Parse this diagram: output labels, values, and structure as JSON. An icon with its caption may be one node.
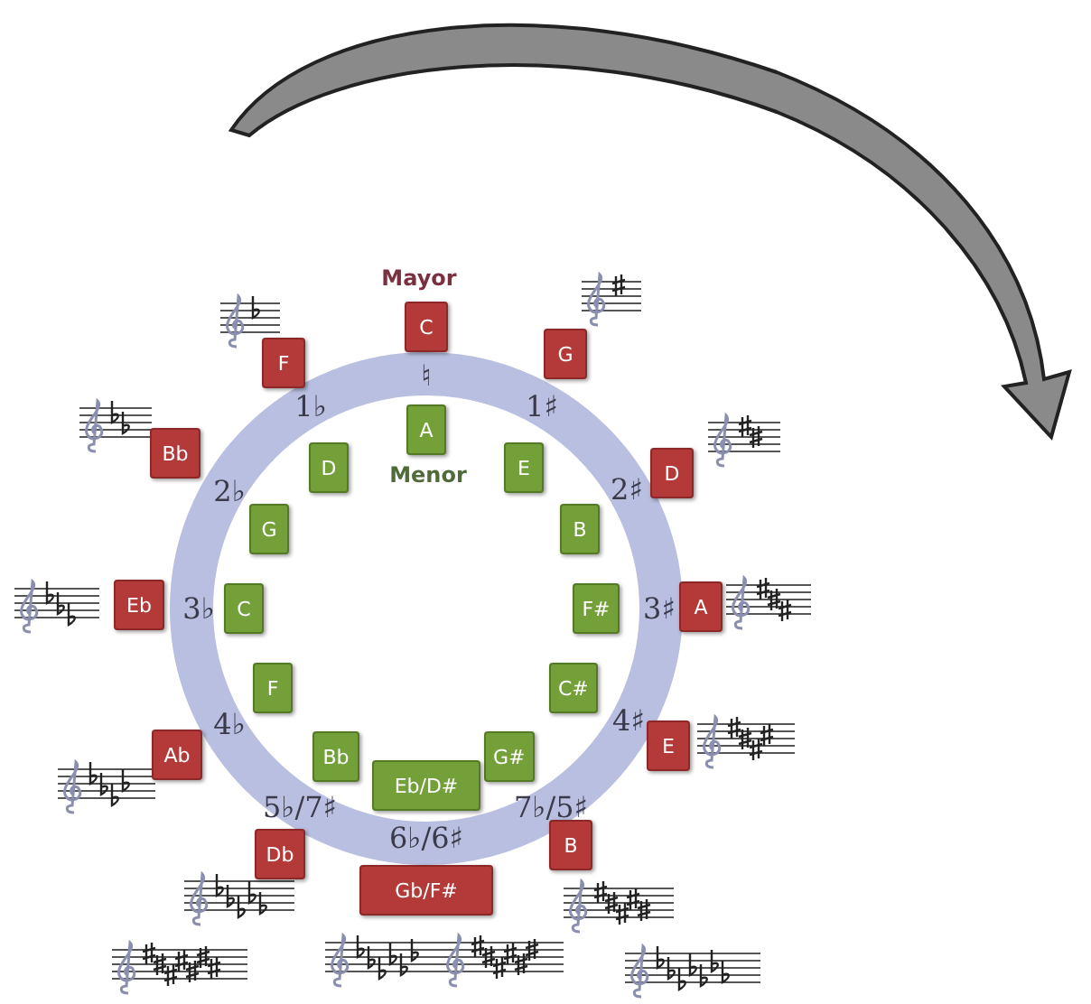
{
  "diagram": {
    "nodes": [
      {
        "text": [
          "C"
        ]
      },
      {
        "text": [
          "F"
        ]
      },
      {
        "text": [
          "G"
        ]
      },
      {
        "text": [
          "A"
        ]
      },
      {
        "text": [
          "Bb"
        ]
      },
      {
        "text": [
          "D"
        ]
      },
      {
        "text": [
          "E"
        ]
      },
      {
        "text": [
          "D"
        ]
      },
      {
        "text": [
          "G"
        ]
      },
      {
        "text": [
          "B"
        ]
      },
      {
        "text": [
          "Eb"
        ]
      },
      {
        "text": [
          "C"
        ]
      },
      {
        "text": [
          "F#"
        ]
      },
      {
        "text": [
          "A"
        ]
      },
      {
        "text": [
          "F"
        ]
      },
      {
        "text": [
          "C#"
        ]
      },
      {
        "text": [
          "Ab"
        ]
      },
      {
        "text": [
          "Bb"
        ]
      },
      {
        "text": [
          "G#"
        ]
      },
      {
        "text": [
          "E"
        ]
      },
      {
        "text": [
          "Eb/D#"
        ]
      },
      {
        "text": [
          "Db"
        ]
      },
      {
        "text": [
          "B"
        ]
      },
      {
        "text": [
          "Gb/F#"
        ]
      }
    ],
    "edges": [],
    "labels": [
      "Mayor",
      "♮",
      "1♭",
      "1♯",
      "Menor",
      "2♭",
      "2♯",
      "3♭",
      "3♯",
      "4♭",
      "4♯",
      "5♭/7♯",
      "6♭/6♯",
      "7♭/5♯"
    ]
  }
}
